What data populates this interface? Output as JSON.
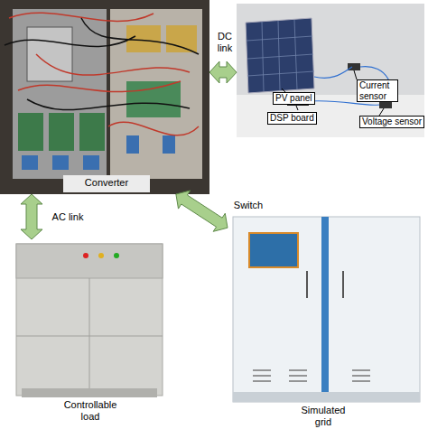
{
  "diagram": {
    "nodes": [
      {
        "text": [
          "Converter"
        ]
      },
      {
        "text": [
          "PV panel",
          "Current sensor",
          "DSP board",
          "Voltage sensor"
        ]
      },
      {
        "text": [
          "Controllable load"
        ]
      },
      {
        "text": [
          "Simulated grid"
        ]
      }
    ],
    "edges": [
      {
        "from": 0,
        "to": 1,
        "arrow": "both",
        "label": "DC link"
      },
      {
        "from": 0,
        "to": 2,
        "arrow": "both",
        "label": "AC link"
      },
      {
        "from": 0,
        "to": 3,
        "arrow": "both",
        "label": "Switch"
      }
    ]
  }
}
